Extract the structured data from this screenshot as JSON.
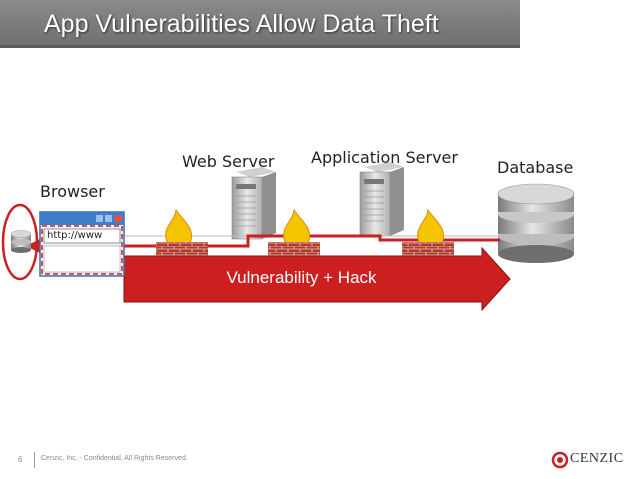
{
  "slide": {
    "title": "App Vulnerabilities Allow Data Theft"
  },
  "diagram": {
    "browser_label": "Browser",
    "web_server_label": "Web Server",
    "app_server_label": "Application Server",
    "database_label": "Database",
    "browser_url": "http://www",
    "arrow_label": "Vulnerability + Hack",
    "colors": {
      "accent_red": "#cc1f1f",
      "firewall_brick": "#b53a2c",
      "flame": "#f5c400"
    }
  },
  "footer": {
    "page_number": "6",
    "legal_text": "Cenzic, Inc. - Confidential, All Rights Reserved.",
    "logo_text": "CENZIC"
  }
}
